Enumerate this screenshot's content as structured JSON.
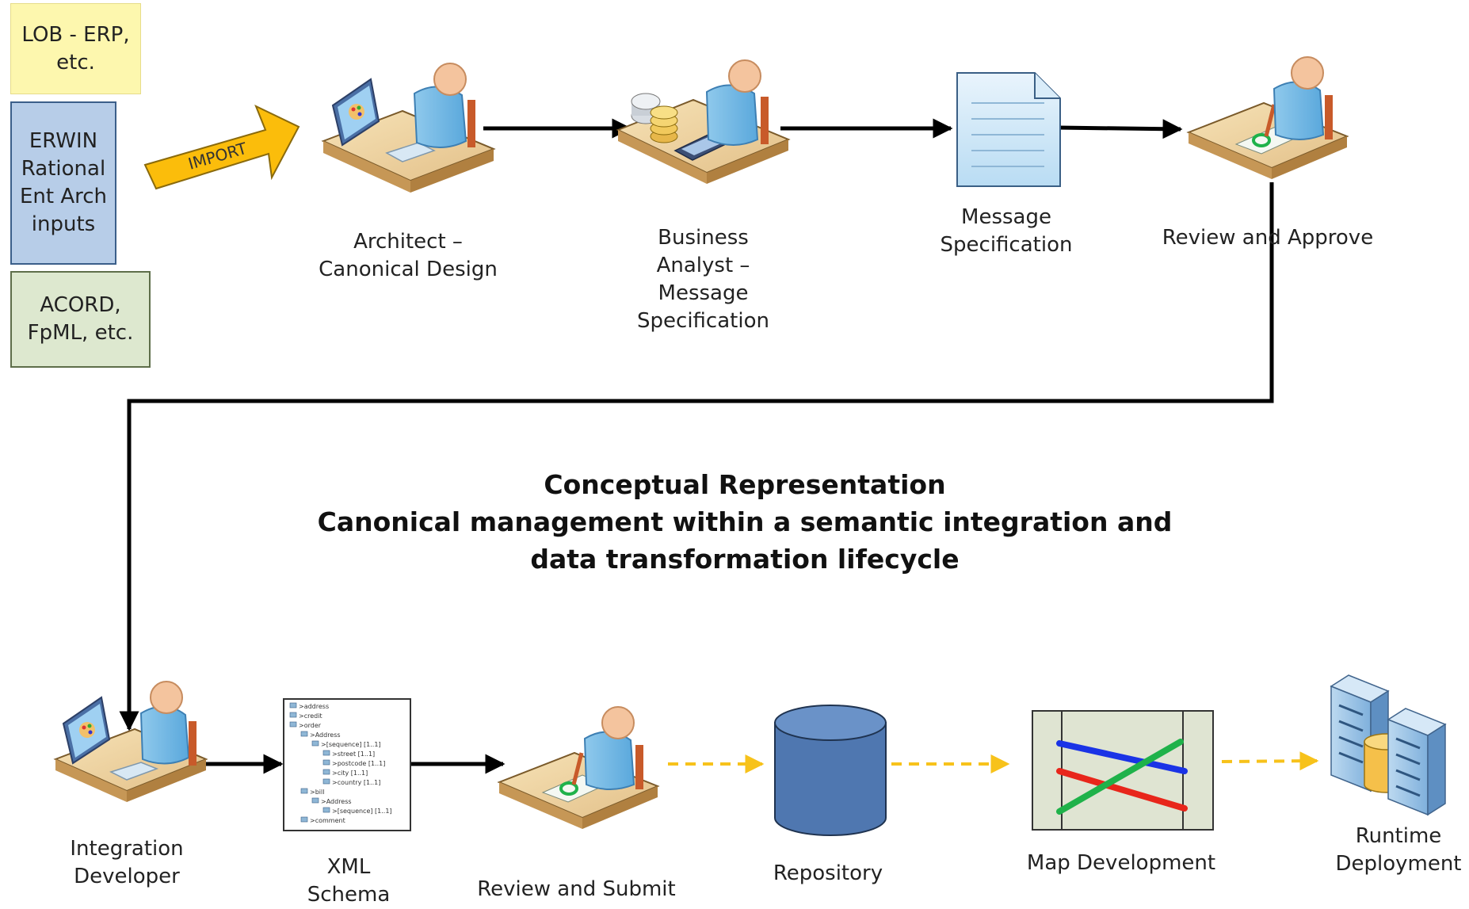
{
  "sources": [
    {
      "text": "LOB - ERP,\netc.",
      "color": "#fdf7ae"
    },
    {
      "text": "ERWIN\nRational\nEnt Arch\ninputs",
      "color": "#b7cde8"
    },
    {
      "text": "ACORD,\nFpML, etc.",
      "color": "#dde8cf"
    }
  ],
  "import_label": "IMPORT",
  "top_row": {
    "architect": "Architect –\nCanonical Design",
    "analyst": "Business\nAnalyst –\nMessage\nSpecification",
    "message": "Message\nSpecification",
    "review": "Review and Approve"
  },
  "title": {
    "line1": "Conceptual Representation",
    "line2": "Canonical management within a semantic integration and",
    "line3": "data transformation lifecycle"
  },
  "bottom_row": {
    "integration": "Integration\nDeveloper",
    "xml": "XML\nSchema",
    "submit": "Review and Submit",
    "repository": "Repository",
    "map": "Map Development",
    "runtime": "Runtime\nDeployment"
  },
  "xml_tree": [
    ">address",
    ">credit",
    ">order",
    ">Address",
    ">[sequence] [1..1]",
    ">street [1..1]",
    ">postcode [1..1]",
    ">city [1..1]",
    ">country [1..1]",
    ">bill",
    ">Address",
    ">[sequence] [1..1]",
    ">comment"
  ],
  "colors": {
    "flow_arrow": "#000000",
    "dashed_arrow": "#f7c21b",
    "import_arrow": "#fbbd0b",
    "repository": "#4f77b0",
    "map_bg": "#dfe4d2",
    "map_blue": "#1a33e6",
    "map_red": "#e8261b",
    "map_green": "#1fb24a"
  }
}
